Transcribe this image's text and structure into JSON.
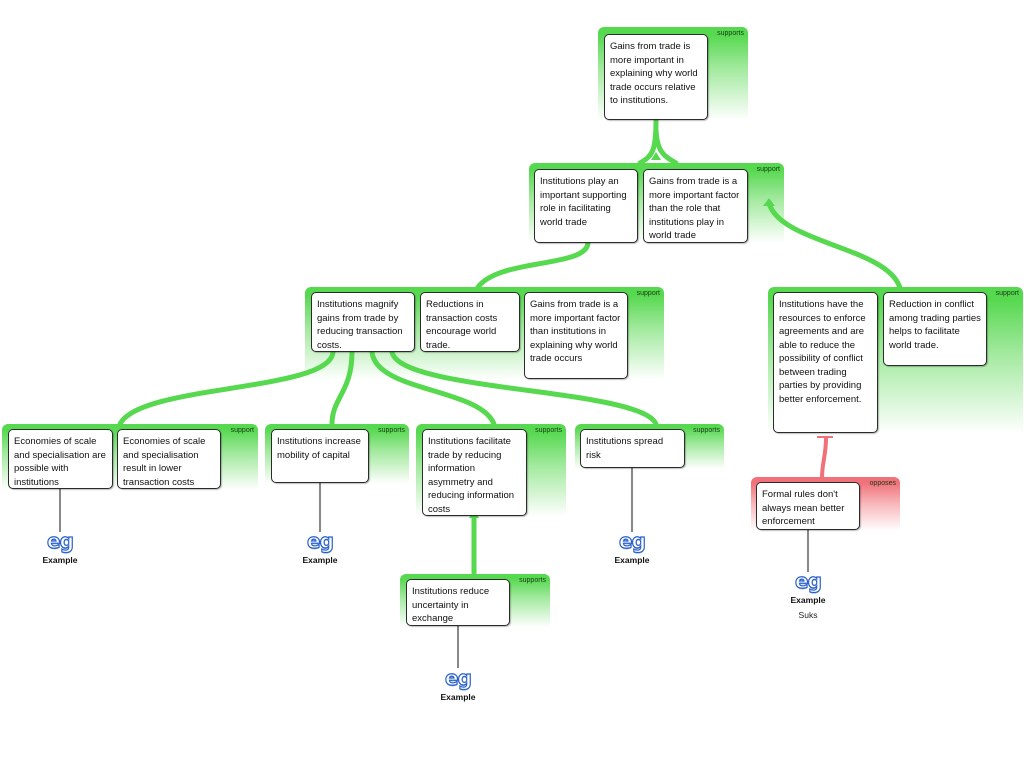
{
  "groups": {
    "g1": {
      "label": "supports"
    },
    "g2": {
      "label": "support"
    },
    "g3": {
      "label": "support"
    },
    "g4": {
      "label": "support"
    },
    "g5": {
      "label": "support"
    },
    "g6": {
      "label": "supports"
    },
    "g7": {
      "label": "supports"
    },
    "g8": {
      "label": "supports"
    },
    "g9": {
      "label": "supports"
    },
    "g10": {
      "label": "opposes"
    }
  },
  "nodes": {
    "root": "Gains from trade is more important in explaining why world trade occurs relative to institutions.",
    "inst_role": "Institutions play an important supporting role in facilitating world trade",
    "gains_factor": "Gains from trade is a more important factor  than the role that institutions play in world trade",
    "magnify": "Institutions magnify gains from trade by reducing transaction costs.",
    "reductions": "Reductions in transaction costs encourage world trade.",
    "gains_explain": "Gains from trade is a more important factor than institutions in explaining why world trade occurs",
    "resources": "Institutions have the resources to enforce agreements and are able to reduce the possibility of conflict between trading parties by providing better enforcement.",
    "conflict": "Reduction in conflict among trading parties helps to facilitate world trade.",
    "economies": "Economies of scale and specialisation are possible with institutions",
    "economies_result": "Economies of scale and specialisation result in lower transaction costs",
    "mobility": "Institutions increase mobility of capital",
    "info": "Institutions facilitate trade by reducing information asymmetry and reducing information costs",
    "spread": "Institutions spread risk",
    "uncertainty": "Institutions reduce uncertainty in exchange",
    "formal": "Formal rules don't always mean better enforcement"
  },
  "examples": {
    "icon": "eg",
    "e1": {
      "label": "Example"
    },
    "e2": {
      "label": "Example"
    },
    "e3": {
      "label": "Example"
    },
    "e4": {
      "label": "Example"
    },
    "e5": {
      "label": "Example",
      "note": "Suks"
    }
  },
  "colors": {
    "support": "#56d84f",
    "oppose": "#f07179",
    "example_icon": "#2a62c9"
  }
}
